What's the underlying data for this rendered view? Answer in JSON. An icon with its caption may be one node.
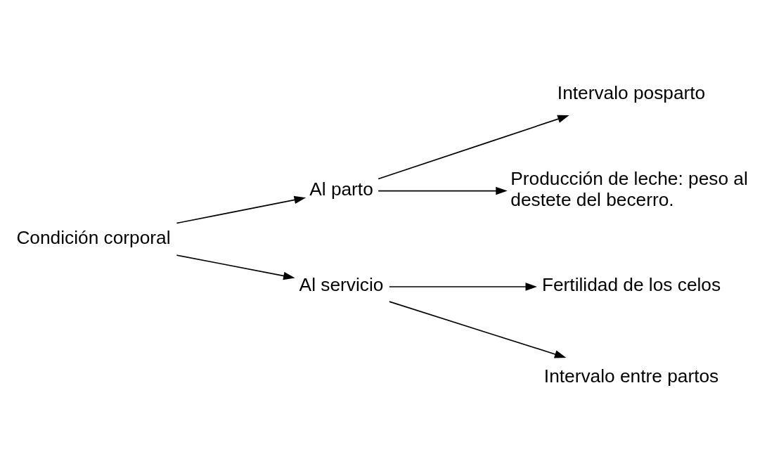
{
  "diagram": {
    "nodes": [
      {
        "text": [
          "Condición corporal"
        ]
      },
      {
        "text": [
          "Al parto"
        ]
      },
      {
        "text": [
          "Intervalo posparto"
        ]
      },
      {
        "text": [
          "Producción de leche: peso al destete del becerro."
        ]
      },
      {
        "text": [
          "Al servicio"
        ]
      },
      {
        "text": [
          "Fertilidad de los celos"
        ]
      },
      {
        "text": [
          "Intervalo entre partos"
        ]
      }
    ],
    "edges": [
      {
        "from": 0,
        "to": 1,
        "arrow": "to"
      },
      {
        "from": 1,
        "to": 2,
        "arrow": "to"
      },
      {
        "from": 1,
        "to": 3,
        "arrow": "to"
      },
      {
        "from": 0,
        "to": 4,
        "arrow": "to"
      },
      {
        "from": 4,
        "to": 5,
        "arrow": "to"
      },
      {
        "from": 4,
        "to": 6,
        "arrow": "to"
      }
    ]
  }
}
